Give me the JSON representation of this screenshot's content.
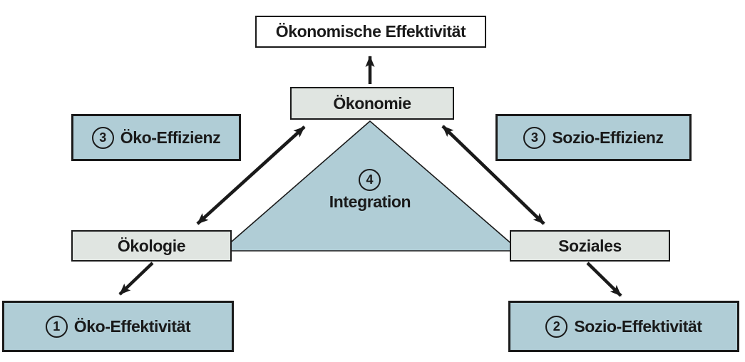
{
  "boxes": {
    "economic_effectiveness": {
      "label": "Ökonomische Effektivität"
    },
    "economy": {
      "label": "Ökonomie"
    },
    "ecology": {
      "label": "Ökologie"
    },
    "social": {
      "label": "Soziales"
    },
    "eco_efficiency": {
      "badge": "3",
      "label": "Öko-Effizienz"
    },
    "socio_efficiency": {
      "badge": "3",
      "label": "Sozio-Effizienz"
    },
    "eco_effectiveness": {
      "badge": "1",
      "label": "Öko-Effektivität"
    },
    "socio_effectiveness": {
      "badge": "2",
      "label": "Sozio-Effektivität"
    },
    "integration": {
      "badge": "4",
      "label": "Integration"
    }
  },
  "colors": {
    "blue_fill": "#b0cdd6",
    "light_fill": "#e0e5e1",
    "white_fill": "#ffffff",
    "line": "#1a1a1a"
  }
}
